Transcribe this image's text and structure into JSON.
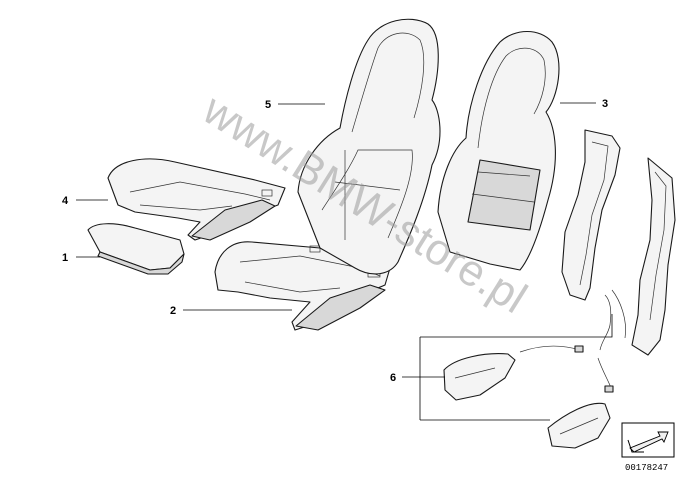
{
  "labels": {
    "p1": "1",
    "p2": "2",
    "p3": "3",
    "p4": "4",
    "p5": "5",
    "p6": "6"
  },
  "watermark": "www.BMW-store.pl",
  "catalog_number": "00178247",
  "icons": {
    "nav": "arrow-box-icon"
  }
}
